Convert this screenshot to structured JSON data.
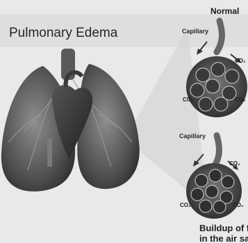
{
  "title": "Pulmonary Edema",
  "normal_panel": {
    "heading": "Normal",
    "capillary_label": "Capillary",
    "co2_label": "CO₂"
  },
  "edema_panel": {
    "capillary_label": "Capillary",
    "co2_label": "CO₂",
    "caption_line1": "Buildup of fluid",
    "caption_line2": "in the air sacs"
  }
}
